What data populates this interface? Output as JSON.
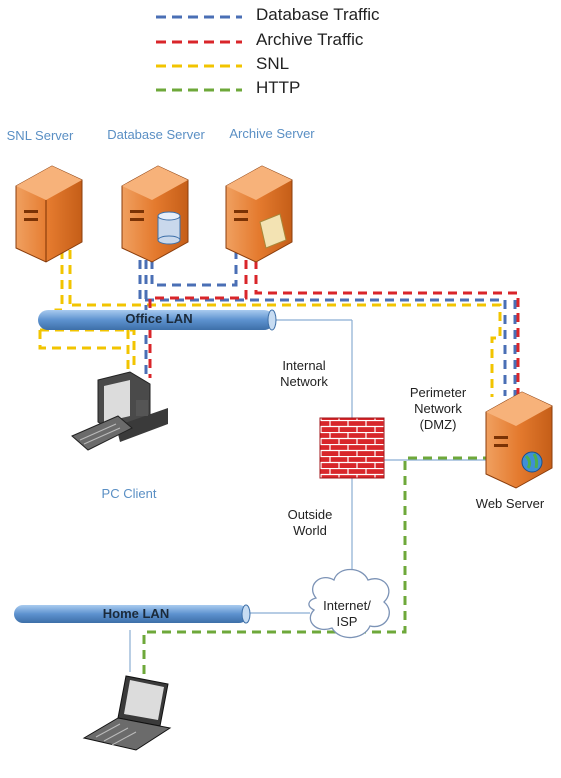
{
  "legend": [
    {
      "label": "Database Traffic",
      "color": "#4a6fb5"
    },
    {
      "label": "Archive Traffic",
      "color": "#d9252a"
    },
    {
      "label": "SNL",
      "color": "#f2c400"
    },
    {
      "label": "HTTP",
      "color": "#6ea83a"
    }
  ],
  "nodes": {
    "snl_server": "SNL Server",
    "database_server": "Database Server",
    "archive_server": "Archive Server",
    "office_lan": "Office LAN",
    "pc_client": "PC Client",
    "internal_network": "Internal\nNetwork",
    "perimeter_network": "Perimeter\nNetwork\n(DMZ)",
    "web_server": "Web Server",
    "outside_world": "Outside\nWorld",
    "internet_isp": "Internet/\nISP",
    "home_lan": "Home LAN"
  }
}
